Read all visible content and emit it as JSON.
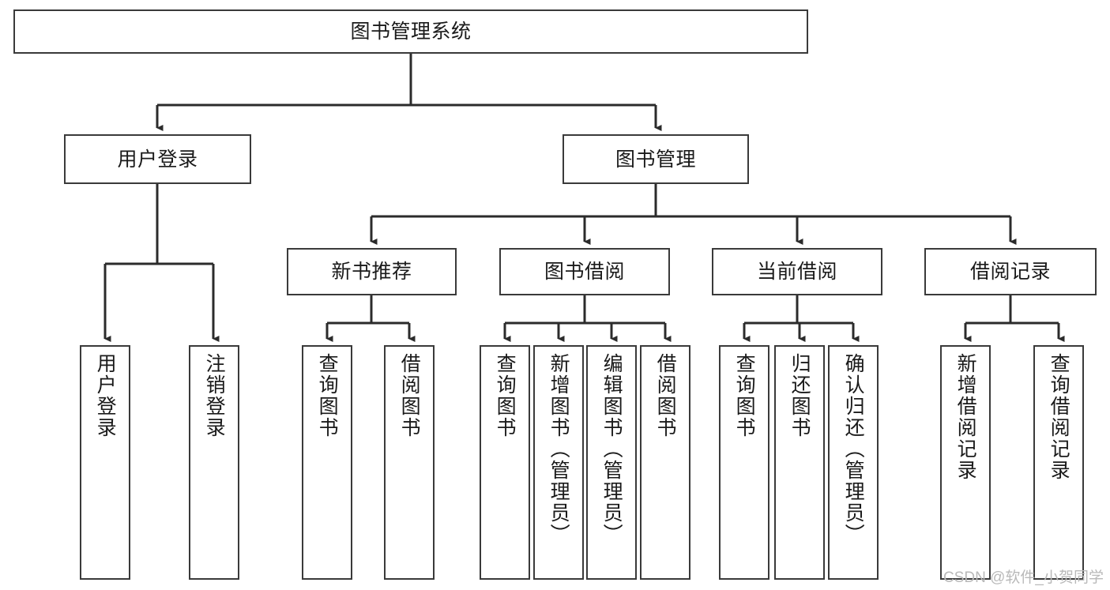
{
  "diagram": {
    "title": "图书管理系统",
    "type": "tree-hierarchy",
    "root": {
      "label": "图书管理系统"
    },
    "level2": [
      {
        "label": "用户登录"
      },
      {
        "label": "图书管理"
      }
    ],
    "level3": [
      {
        "label": "新书推荐"
      },
      {
        "label": "图书借阅"
      },
      {
        "label": "当前借阅"
      },
      {
        "label": "借阅记录"
      }
    ],
    "leaves": {
      "user_login": [
        {
          "label": "用户登录"
        },
        {
          "label": "注销登录"
        }
      ],
      "new_book_recommend": [
        {
          "label": "查询图书"
        },
        {
          "label": "借阅图书"
        }
      ],
      "book_borrow": [
        {
          "label": "查询图书"
        },
        {
          "label": "新增图书（管理员）"
        },
        {
          "label": "编辑图书（管理员）"
        },
        {
          "label": "借阅图书"
        }
      ],
      "current_borrow": [
        {
          "label": "查询图书"
        },
        {
          "label": "归还图书"
        },
        {
          "label": "确认归还（管理员）"
        }
      ],
      "borrow_records": [
        {
          "label": "新增借阅记录"
        },
        {
          "label": "查询借阅记录"
        }
      ]
    }
  },
  "watermark": {
    "text": "CSDN @软件_小贺同学"
  },
  "colors": {
    "box_border": "#3a3a3a",
    "edge": "#2b2b2b",
    "text": "#1a1a1a",
    "background": "#ffffff",
    "watermark": "#b9b9b9"
  }
}
